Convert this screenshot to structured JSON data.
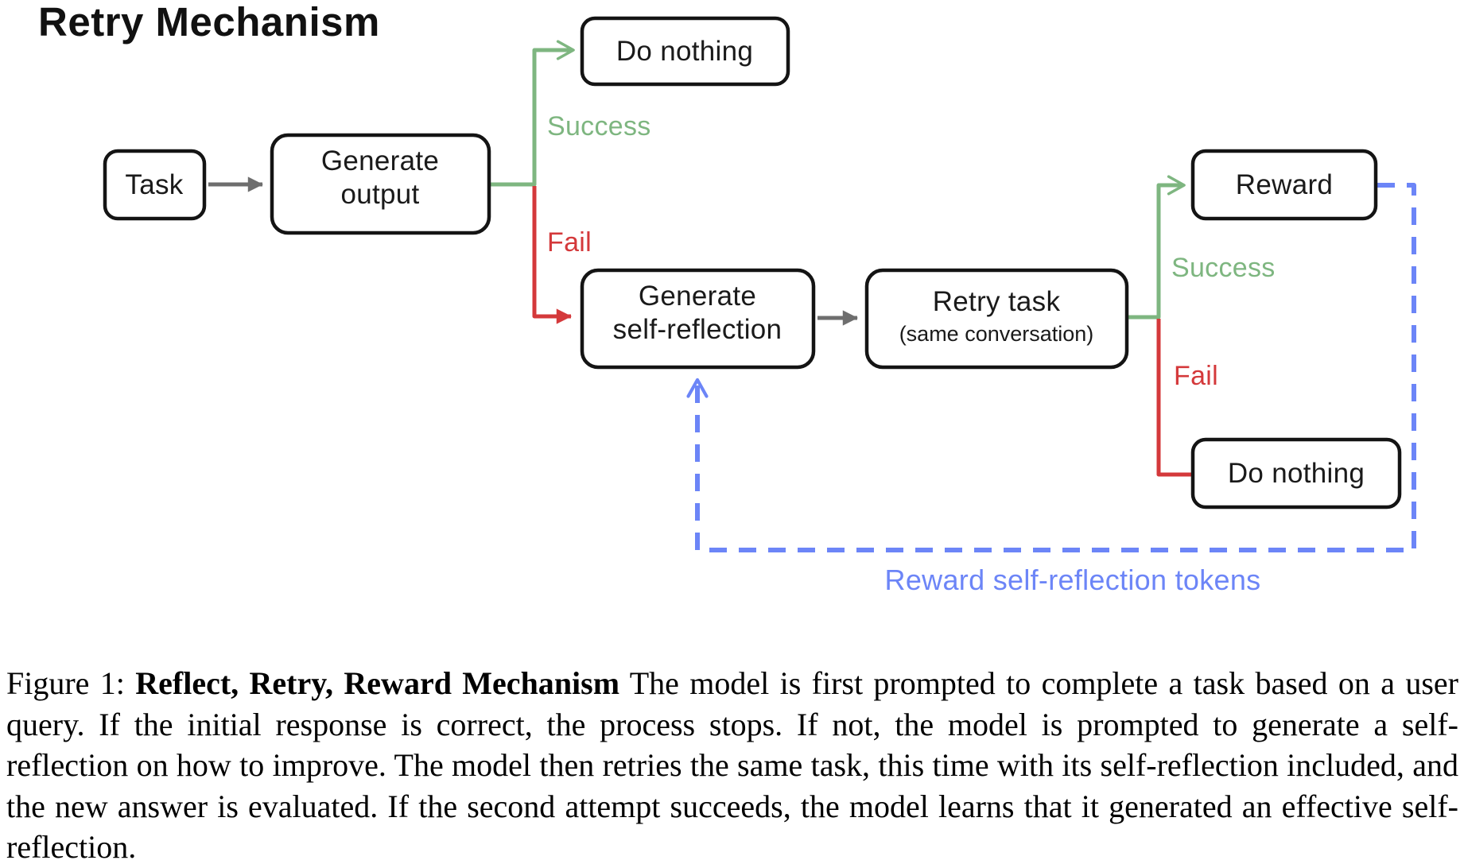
{
  "title": "Retry Mechanism",
  "colors": {
    "green": "#7eb680",
    "red": "#d4393b",
    "blue": "#6c85f7",
    "gray": "#6e6e6e",
    "box_border": "#141414",
    "box_fill": "#ffffff"
  },
  "nodes": {
    "task": {
      "label": "Task"
    },
    "generate_output": {
      "line1": "Generate",
      "line2": "output"
    },
    "do_nothing_top": {
      "label": "Do nothing"
    },
    "generate_self_reflection": {
      "line1": "Generate",
      "line2": "self-reflection"
    },
    "retry_task": {
      "line1": "Retry task",
      "line2": "(same conversation)"
    },
    "reward": {
      "label": "Reward"
    },
    "do_nothing_bottom": {
      "label": "Do nothing"
    }
  },
  "edge_labels": {
    "success_first": "Success",
    "fail_first": "Fail",
    "success_second": "Success",
    "fail_second": "Fail",
    "reward_tokens": "Reward self-reflection tokens"
  },
  "caption": {
    "prefix": "Figure 1: ",
    "bold": "Reflect, Retry, Reward Mechanism",
    "body": " The model is first prompted to complete a task based on a user query. If the initial response is correct, the process stops. If not, the model is prompted to generate a self-reflection on how to improve. The model then retries the same task, this time with its self-reflection included, and the new answer is evaluated. If the second attempt succeeds, the model learns that it generated an effective self-reflection."
  }
}
